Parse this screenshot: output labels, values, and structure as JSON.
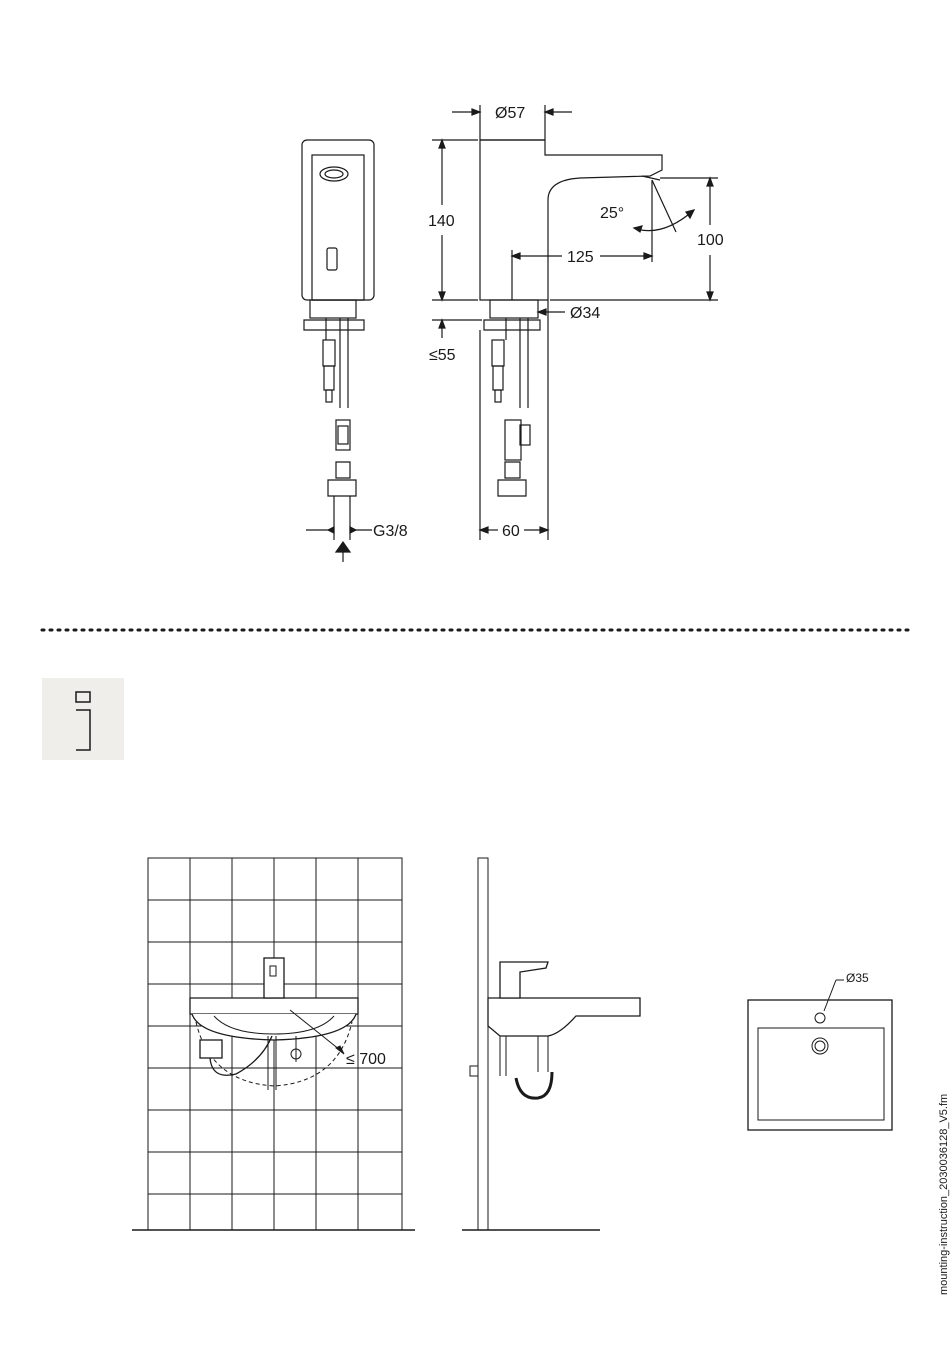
{
  "top_drawing": {
    "dims": {
      "diameter_top": "Ø57",
      "height": "140",
      "reach": "125",
      "angle": "25°",
      "spout_height": "100",
      "diameter_base": "Ø34",
      "max_thickness": "≤55",
      "thread": "G3/8",
      "base_width": "60"
    }
  },
  "bottom_drawings": {
    "max_distance": "≤ 700",
    "hole_diameter": "Ø35"
  },
  "info_icon": "info-icon",
  "footer": {
    "filename": "mounting-instruction_2030036128_V5.fm"
  }
}
